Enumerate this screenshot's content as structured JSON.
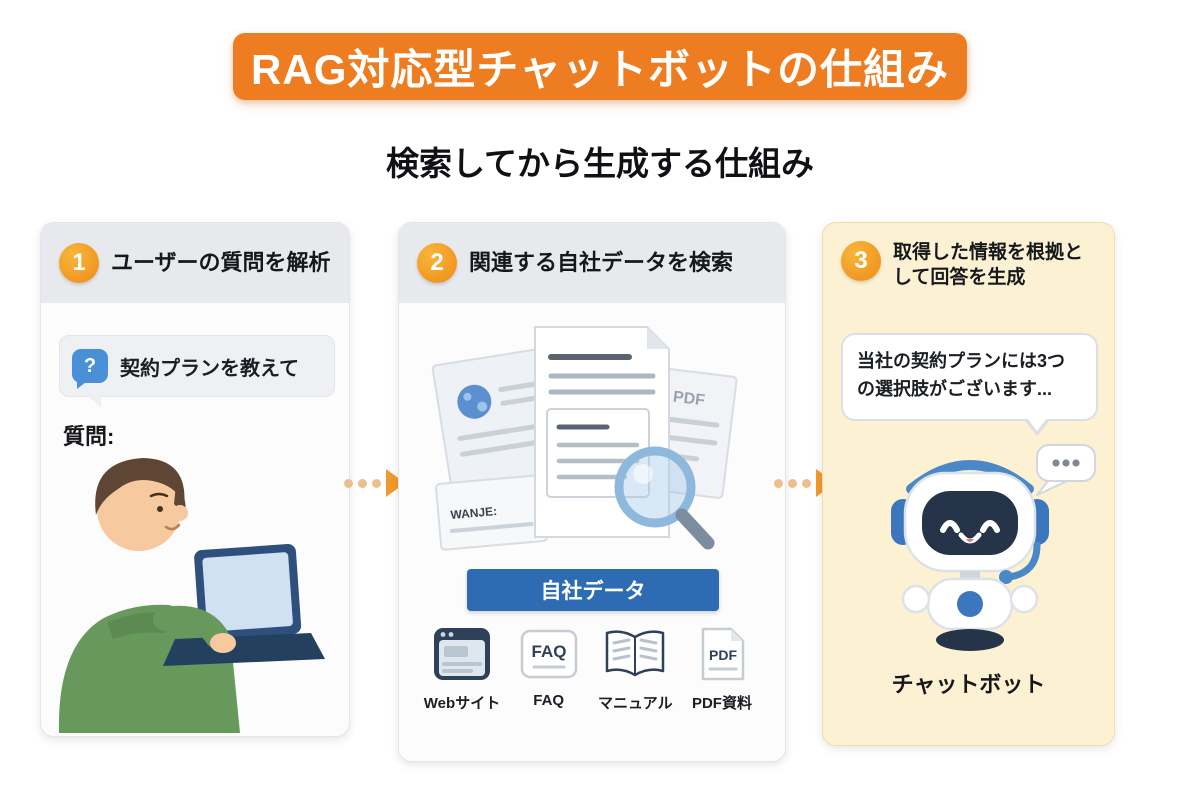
{
  "header": {
    "title": "RAG対応型チャットボットの仕組み",
    "subtitle": "検索してから生成する仕組み"
  },
  "steps": [
    {
      "number": "1",
      "title": "ユーザーの質問を解析",
      "bubble_text": "契約プランを教えて",
      "bubble_icon": "question-mark",
      "caption": "質問:"
    },
    {
      "number": "2",
      "title": "関連する自社データを検索",
      "banner": "自社データ",
      "pdf_watermark": "PDF",
      "doc_watermark": "WANJE:",
      "sources": [
        {
          "label": "Webサイト",
          "icon": "browser"
        },
        {
          "label": "FAQ",
          "icon": "faq-box",
          "icon_text": "FAQ"
        },
        {
          "label": "マニュアル",
          "icon": "open-book"
        },
        {
          "label": "PDF資料",
          "icon": "pdf-file",
          "icon_text": "PDF"
        }
      ]
    },
    {
      "number": "3",
      "title": "取得した情報を根拠として回答を生成",
      "bubble_text": "当社の契約プランには3つの選択肢がございます...",
      "caption": "チャットボット"
    }
  ],
  "icons": [
    "question-mark-icon",
    "magnifier-icon",
    "globe-icon",
    "browser-icon",
    "faq-icon",
    "book-icon",
    "pdf-icon",
    "typing-dots-icon",
    "flow-arrow-icon",
    "user-illustration",
    "robot-illustration",
    "documents-illustration"
  ],
  "colors": {
    "banner_orange": "#ee7d22",
    "badge_orange": "#f59a1e",
    "arrow_head": "#f2992d",
    "arrow_dot": "#ecc08c",
    "data_banner_blue": "#2d6cb3",
    "chat_icon_blue": "#4a90d8",
    "panel_header_gray": "#e7e9ec",
    "panel3_bg": "#fcf1d2",
    "robot_navy": "#253449",
    "robot_blue": "#3c77bd",
    "sweater_green": "#68995c"
  }
}
